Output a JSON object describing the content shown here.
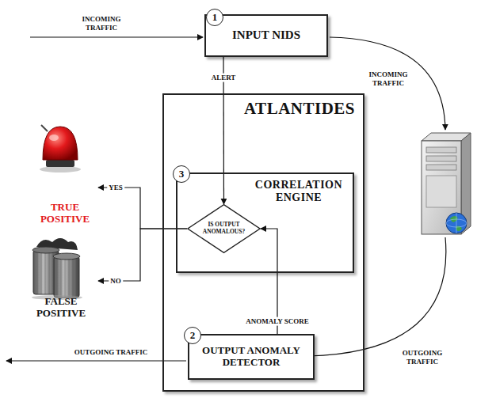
{
  "diagram": {
    "nodes": [
      {
        "text": [
          "INPUT NIDS"
        ]
      },
      {
        "text": [
          "ATLANTIDES"
        ]
      },
      {
        "text": [
          "CORRELATION ENGINE"
        ],
        "in": 1
      },
      {
        "text": [
          "IS OUTPUT ANOMALOUS?"
        ],
        "in": 2
      },
      {
        "text": [
          "OUTPUT ANOMALY DETECTOR"
        ],
        "in": 1
      },
      {
        "text": [
          "TRUE POSITIVE"
        ]
      },
      {
        "text": [
          "FALSE POSITIVE"
        ]
      }
    ],
    "edges": [
      {
        "from": 0,
        "to": 3,
        "label": "ALERT",
        "arrow": "to"
      },
      {
        "from": 4,
        "to": 3,
        "label": "ANOMALY SCORE",
        "arrow": "to"
      },
      {
        "from": 3,
        "to": 5,
        "label": "YES",
        "arrow": "to"
      },
      {
        "from": 3,
        "to": 6,
        "label": "NO",
        "arrow": "to"
      }
    ],
    "labels": [
      "INCOMING TRAFFIC",
      "1",
      "INCOMING TRAFFIC",
      "3",
      "OUTGOING TRAFFIC",
      "2",
      "OUTGOING TRAFFIC"
    ]
  }
}
